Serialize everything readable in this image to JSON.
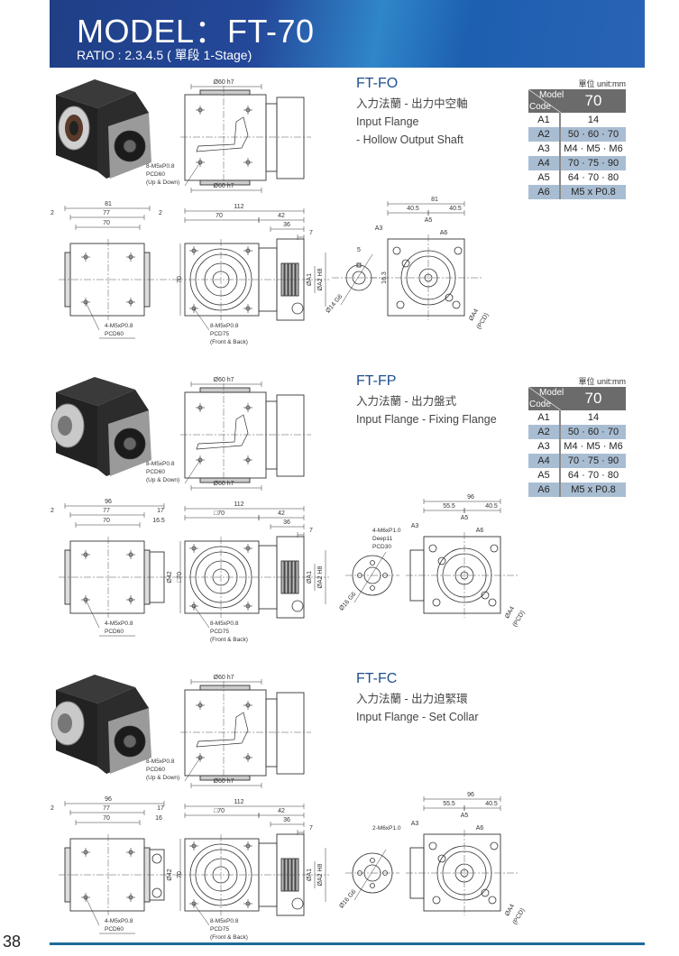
{
  "header": {
    "title": "MODEL：FT-70",
    "ratio": "RATIO : 2.3.4.5 ( 單段 1-Stage)"
  },
  "page_number": "38",
  "colors": {
    "header_blue": "#24489a",
    "title_blue": "#1d4f8f",
    "table_header": "#6b6b6b",
    "table_alt_row": "#a9bdd2",
    "footer_line": "#1e6b98"
  },
  "sections": [
    {
      "code": "FT-FO",
      "lines": [
        "入力法蘭 - 出力中空軸",
        "Input Flange",
        "- Hollow Output Shaft"
      ],
      "table": {
        "unit": "單位 unit:mm",
        "model_label": "Model",
        "code_label": "Code",
        "model": "70",
        "rows": [
          {
            "k": "A1",
            "v": "14"
          },
          {
            "k": "A2",
            "v": "50 · 60 · 70"
          },
          {
            "k": "A3",
            "v": "M4 · M5 · M6"
          },
          {
            "k": "A4",
            "v": "70 · 75 · 90"
          },
          {
            "k": "A5",
            "v": "64 · 70 · 80"
          },
          {
            "k": "A6",
            "v": "M5 x P0.8"
          }
        ]
      },
      "labels": {
        "top_dia_top": "Ø60 h7",
        "top_dia_bottom": "Ø60 h7",
        "top_note1": "8-M5xP0.8",
        "top_note2": "PCD60",
        "top_note3": "(Up & Down)",
        "side_total": "81",
        "side_left": "2",
        "side_mid": "77",
        "side_right": "2",
        "side_inner": "70",
        "side_note1": "4-M5xP0.8",
        "side_note2": "PCD60",
        "front_total": "112",
        "front_70": "70",
        "front_42": "42",
        "front_36": "36",
        "front_7": "7",
        "front_h": "70",
        "front_a1": "ØA1",
        "front_a2": "ØA2 H8",
        "front_note1": "8-M5xP0.8",
        "front_note2": "PCD75",
        "front_note3": "(Front & Back)",
        "shaft_key": "5",
        "shaft_h": "16.3",
        "shaft_dia": "Ø14 G6",
        "end_total": "81",
        "end_left": "40.5",
        "end_right": "40.5",
        "end_a3": "A3",
        "end_a5": "A5",
        "end_a6": "A6",
        "end_a4": "ØA4",
        "end_pcd": "(PCD)"
      }
    },
    {
      "code": "FT-FP",
      "lines": [
        "入力法蘭 - 出力盤式",
        "Input Flange - Fixing Flange"
      ],
      "table": {
        "unit": "單位 unit:mm",
        "model_label": "Model",
        "code_label": "Code",
        "model": "70",
        "rows": [
          {
            "k": "A1",
            "v": "14"
          },
          {
            "k": "A2",
            "v": "50 · 60 · 70"
          },
          {
            "k": "A3",
            "v": "M4 · M5 · M6"
          },
          {
            "k": "A4",
            "v": "70 · 75 · 90"
          },
          {
            "k": "A5",
            "v": "64 · 70 · 80"
          },
          {
            "k": "A6",
            "v": "M5 x P0.8"
          }
        ]
      },
      "labels": {
        "top_dia_top": "Ø60 h7",
        "top_dia_bottom": "Ø60 h7",
        "top_note1": "8-M5xP0.8",
        "top_note2": "PCD60",
        "top_note3": "(Up & Down)",
        "side_total": "96",
        "side_left": "2",
        "side_mid": "77",
        "side_right": "17",
        "side_inner": "70",
        "side_ext": "16.5",
        "side_dia": "Ø42",
        "side_note1": "4-M5xP0.8",
        "side_note2": "PCD60",
        "front_total": "112",
        "front_70": "□70",
        "front_42": "42",
        "front_36": "36",
        "front_7": "7",
        "front_h": "□70",
        "front_a1": "ØA1",
        "front_a2": "ØA2 H8",
        "front_note1": "8-M5xP0.8",
        "front_note2": "PCD75",
        "front_note3": "(Front & Back)",
        "shaft_note1": "4-M6xP1.0",
        "shaft_note2": "Deep11",
        "shaft_note3": "PCD30",
        "shaft_dia": "Ø16 G6",
        "end_total": "96",
        "end_left": "55.5",
        "end_right": "40.5",
        "end_a3": "A3",
        "end_a5": "A5",
        "end_a6": "A6",
        "end_a4": "ØA4",
        "end_pcd": "(PCD)"
      }
    },
    {
      "code": "FT-FC",
      "lines": [
        "入力法蘭 - 出力迫緊環",
        "Input Flange - Set Collar"
      ],
      "labels": {
        "top_dia_top": "Ø60 h7",
        "top_dia_bottom": "Ø60 h7",
        "top_note1": "8-M5xP0.8",
        "top_note2": "PCD60",
        "top_note3": "(Up & Down)",
        "side_total": "96",
        "side_left": "2",
        "side_mid": "77",
        "side_right": "17",
        "side_inner": "70",
        "side_ext": "16",
        "side_dia": "Ø42",
        "side_note1": "4-M5xP0.8",
        "side_note2": "PCD60",
        "front_total": "112",
        "front_70": "□70",
        "front_42": "42",
        "front_36": "36",
        "front_7": "7",
        "front_h": "70",
        "front_a1": "ØA1",
        "front_a2": "ØA2 H8",
        "front_note1": "8-M5xP0.8",
        "front_note2": "PCD75",
        "front_note3": "(Front & Back)",
        "shaft_note1": "2-M6xP1.0",
        "shaft_dia": "Ø16 G6",
        "end_total": "96",
        "end_left": "55.5",
        "end_right": "40.5",
        "end_a3": "A3",
        "end_a5": "A5",
        "end_a6": "A6",
        "end_a4": "ØA4",
        "end_pcd": "(PCD)"
      }
    }
  ]
}
